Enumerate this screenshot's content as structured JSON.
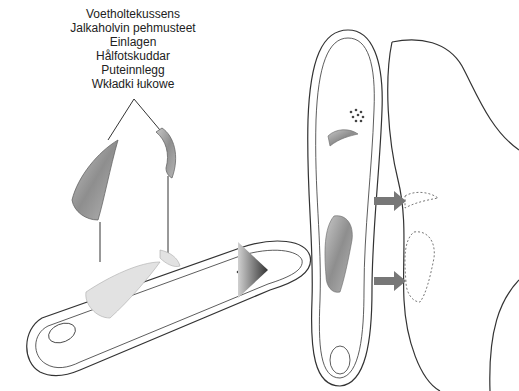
{
  "diagram": {
    "labels": [
      "Voetholtekussens",
      "Jalkaholvin pehmusteet",
      "Einlagen",
      "Hålfotskuddar",
      "Puteinnlegg",
      "Wkładki łukowe"
    ]
  }
}
